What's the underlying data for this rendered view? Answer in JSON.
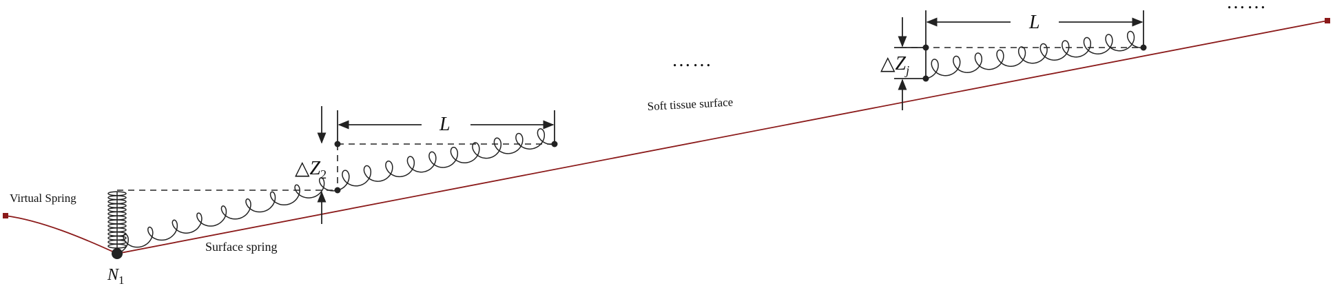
{
  "labels": {
    "virtual_spring": "Virtual Spring",
    "surface_spring": "Surface spring",
    "soft_tissue_surface": "Soft tissue surface",
    "node_letter": "N",
    "node_sub": "1",
    "length_1": "L",
    "length_2": "L",
    "dz2_prefix": "△Z",
    "dz2_sub": "2",
    "dzj_prefix": "△Z",
    "dzj_sub": "j",
    "ellipsis_1": "……",
    "ellipsis_2": "……"
  },
  "colors": {
    "surface_line": "#8b1a1a",
    "ink": "#222222"
  }
}
